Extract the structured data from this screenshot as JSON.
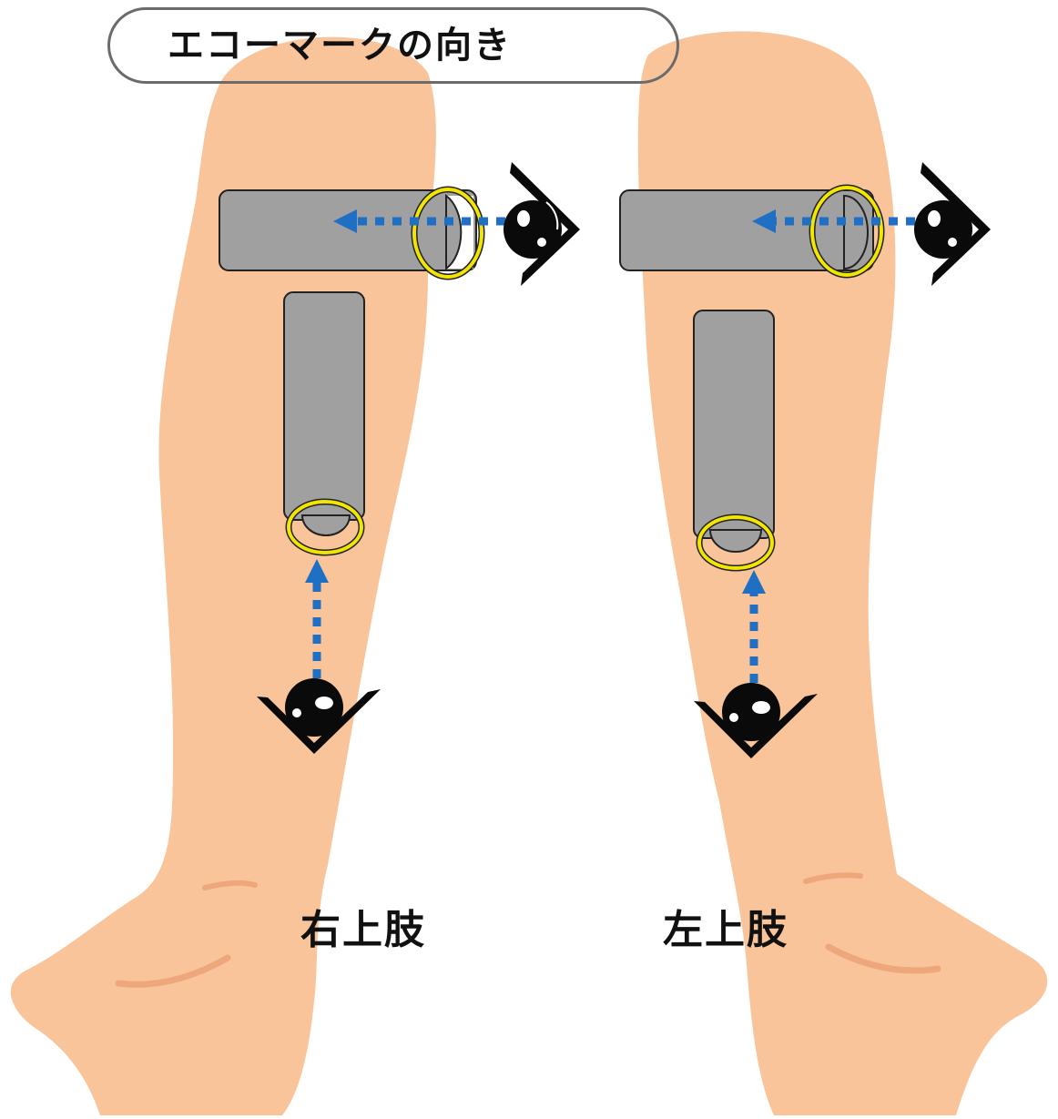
{
  "title": "エコーマークの向き",
  "limbs": {
    "right": {
      "label": "右上肢"
    },
    "left": {
      "label": "左上肢"
    }
  },
  "colors": {
    "skin": "#f9c49a",
    "skin_shadow": "#eea77a",
    "probe": "#a0a0a0",
    "probe_outline": "#222222",
    "highlight_ring": "#f2e600",
    "arrow": "#1f6fc5",
    "eye": "#0a0a0a",
    "title_border": "#6b6b6b"
  },
  "icons": {
    "eye": "eye-viewpoint-icon",
    "arrow": "dotted-arrow-icon",
    "probe": "ultrasound-probe-icon",
    "marker": "echo-mark-ring-icon"
  }
}
